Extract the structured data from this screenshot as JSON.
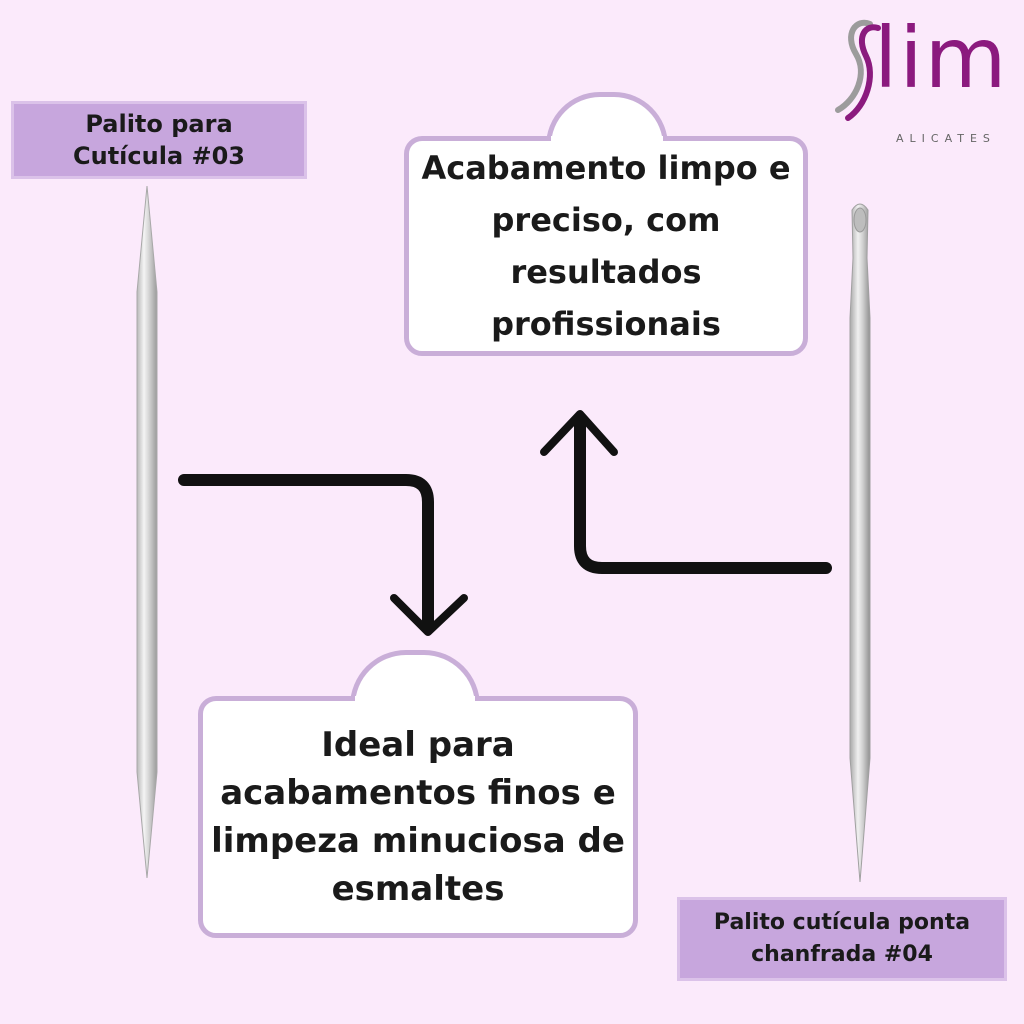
{
  "logo": {
    "word": "lim",
    "sub": "ALICATES",
    "brand_color": "#8b1a7e"
  },
  "left_tag": {
    "line1": "Palito para",
    "line2": "Cutícula #03"
  },
  "right_tag": {
    "line1": "Palito cutícula ponta",
    "line2": "chanfrada #04"
  },
  "top_bubble": {
    "line1": "Acabamento limpo e",
    "line2": "preciso, com",
    "line3": "resultados",
    "line4": "profissionais"
  },
  "bottom_bubble": {
    "line1": "Ideal para",
    "line2": "acabamentos finos e",
    "line3": "limpeza minuciosa de",
    "line4": "esmaltes"
  },
  "colors": {
    "background": "#fbeafb",
    "tag": "#c7a6dd",
    "bubble_border": "#c9aed8"
  }
}
